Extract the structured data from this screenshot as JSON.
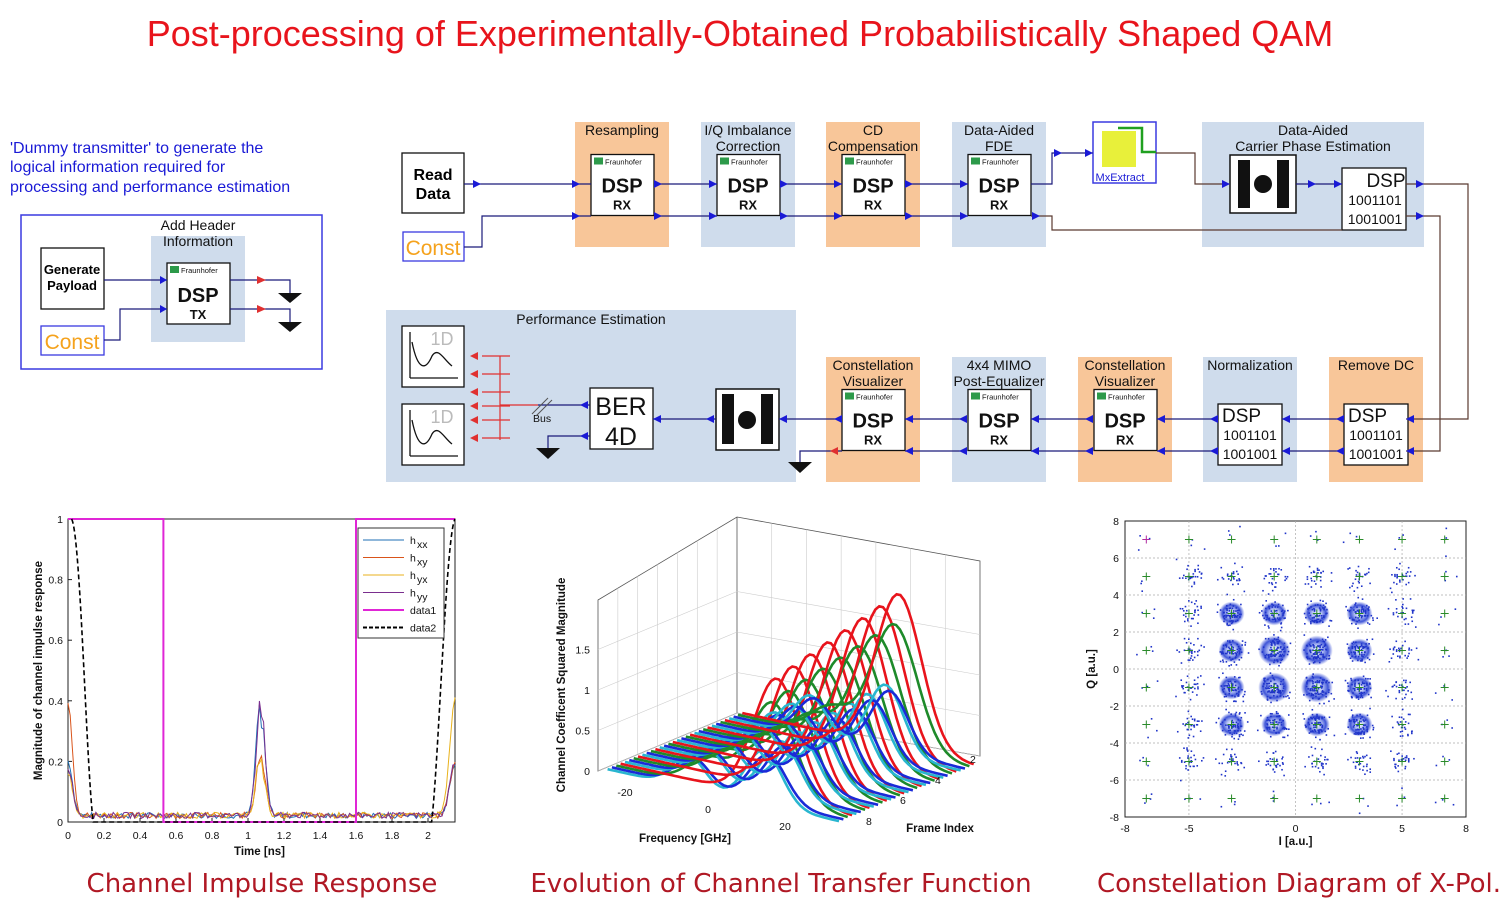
{
  "title": "Post-processing of Experimentally-Obtained Probabilistically Shaped QAM",
  "note_text": [
    "'Dummy transmitter' to generate the",
    "logical information required for",
    "processing and performance estimation"
  ],
  "transmitter": {
    "block_title": [
      "Add Header",
      "Information"
    ],
    "generate_label": [
      "Generate",
      "Payload"
    ],
    "const_label": "Const",
    "dsp_main": "DSP",
    "dsp_sub": "TX",
    "vendor": "Fraunhofer"
  },
  "top_row": {
    "read_data": [
      "Read",
      "Data"
    ],
    "const_label": "Const",
    "blocks": [
      {
        "title": [
          "Resampling"
        ],
        "main": "DSP",
        "sub": "RX",
        "style": "orange"
      },
      {
        "title": [
          "I/Q Imbalance",
          "Correction"
        ],
        "main": "DSP",
        "sub": "RX",
        "style": "blue"
      },
      {
        "title": [
          "CD",
          "Compensation"
        ],
        "main": "DSP",
        "sub": "RX",
        "style": "orange"
      },
      {
        "title": [
          "Data-Aided",
          "FDE"
        ],
        "main": "DSP",
        "sub": "RX",
        "style": "blue"
      }
    ],
    "mxextract": "MxExtract",
    "cpe_title": [
      "Data-Aided",
      "Carrier Phase Estimation"
    ],
    "cpe_dsp": [
      "DSP",
      "1001101",
      "1001001"
    ]
  },
  "bottom_row": {
    "perf_title": "Performance Estimation",
    "viewer_label": "1D",
    "bus_label": "Bus",
    "ber": [
      "BER",
      "4D"
    ],
    "blocks": [
      {
        "title": [
          "Constellation",
          "Visualizer"
        ],
        "main": "DSP",
        "sub": "RX",
        "style": "orange"
      },
      {
        "title": [
          "4x4 MIMO",
          "Post-Equalizer"
        ],
        "main": "DSP",
        "sub": "RX",
        "style": "blue"
      },
      {
        "title": [
          "Constellation",
          "Visualizer"
        ],
        "main": "DSP",
        "sub": "RX",
        "style": "orange"
      }
    ],
    "norm": {
      "title": [
        "Normalization"
      ],
      "lines": [
        "DSP",
        "1001101",
        "1001001"
      ]
    },
    "remove_dc": {
      "title": [
        "Remove DC"
      ],
      "lines": [
        "DSP",
        "1001101",
        "1001001"
      ]
    }
  },
  "captions": [
    "Channel Impulse Response",
    "Evolution of Channel Transfer Function",
    "Constellation Diagram of X-Pol."
  ],
  "chart_data": [
    {
      "type": "line",
      "xlabel": "Time [ns]",
      "ylabel": "Magnitude of channel impulse response",
      "xlim": [
        0,
        2.15
      ],
      "ylim": [
        0,
        1
      ],
      "xticks": [
        "0",
        "0.2",
        "0.4",
        "0.6",
        "0.8",
        "1",
        "1.2",
        "1.4",
        "1.6",
        "1.8",
        "2"
      ],
      "yticks": [
        "0",
        "0.2",
        "0.4",
        "0.6",
        "0.8",
        "1"
      ],
      "legend": [
        {
          "name": "h",
          "sub": "xx",
          "color": "#1f6fb5"
        },
        {
          "name": "h",
          "sub": "xy",
          "color": "#d9541a"
        },
        {
          "name": "h",
          "sub": "yx",
          "color": "#e8b21c"
        },
        {
          "name": "h",
          "sub": "yy",
          "color": "#7a2e8e"
        },
        {
          "name": "data1",
          "sub": "",
          "color": "#e026d6"
        },
        {
          "name": "data2",
          "sub": "",
          "color": "#000000"
        }
      ],
      "legend_position": "top-right",
      "peaks": {
        "t": 1.07,
        "hxx": 0.36,
        "hxy": 0.23,
        "hyx": 0.2,
        "hyy": 0.38,
        "edge_hxy": 0.37
      },
      "data1_edges": [
        0.53,
        1.6
      ],
      "data2_edges": [
        0.14,
        2.02
      ]
    },
    {
      "type": "line",
      "xlabel": "Frequency [GHz]",
      "ylabel": "Channel Coefficent Squared Magnitude",
      "zlabel": "Frame Index",
      "xticks": [
        "-20",
        "0",
        "20"
      ],
      "yticks": [
        "0",
        "0.5",
        "1",
        "1.5"
      ],
      "frame_ticks": [
        "2",
        "4",
        "6",
        "8"
      ],
      "series_colors": [
        "#e8141c",
        "#1e8a2a",
        "#1a2ad8",
        "#29b6d0"
      ],
      "frames": 8,
      "peak_values": {
        "red": 1.9,
        "green": 1.55,
        "blue": 0.75,
        "cyan": 0.85
      }
    },
    {
      "type": "scatter",
      "xlabel": "I [a.u.]",
      "ylabel": "Q [a.u.]",
      "xlim": [
        -8,
        8
      ],
      "ylim": [
        -8,
        8
      ],
      "xticks": [
        "-8",
        "-5",
        "0",
        "5",
        "8"
      ],
      "yticks": [
        "-8",
        "-6",
        "-4",
        "-2",
        "0",
        "2",
        "4",
        "6",
        "8"
      ],
      "grid": true,
      "levels": [
        -7,
        -5,
        -3,
        -1,
        1,
        3,
        5,
        7
      ],
      "point_color": "#1f34c9",
      "reference_color": "#2a8a2a"
    }
  ]
}
